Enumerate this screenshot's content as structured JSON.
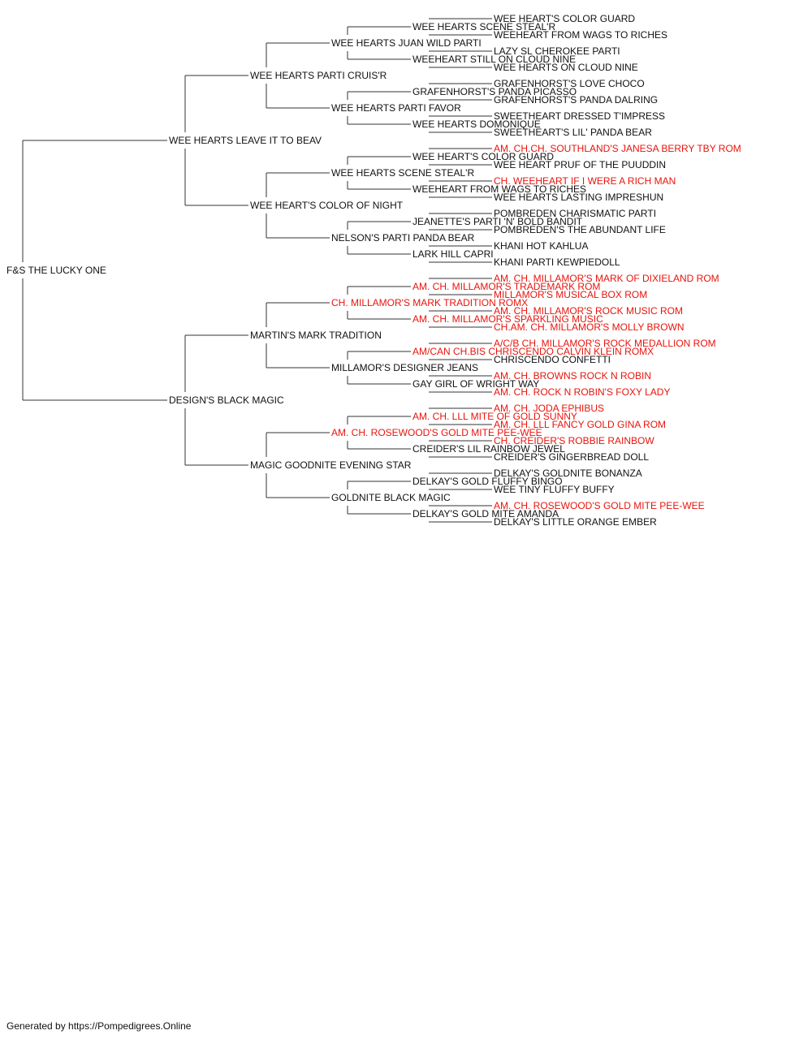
{
  "colors": {
    "champion": "#e8140c",
    "regular": "#111111",
    "line": "#333333"
  },
  "pedigree": {
    "name": "F&S THE LUCKY ONE",
    "champion": false,
    "sire": {
      "name": "WEE HEARTS LEAVE IT TO BEAV",
      "champion": false,
      "sire": {
        "name": "WEE HEARTS PARTI CRUIS'R",
        "champion": false,
        "sire": {
          "name": "WEE HEARTS JUAN WILD PARTI",
          "champion": false,
          "sire": {
            "name": "WEE HEARTS SCENE STEAL'R",
            "champion": false,
            "sire": {
              "name": "WEE HEART'S COLOR GUARD",
              "champion": false
            },
            "dam": {
              "name": "WEEHEART FROM WAGS TO RICHES",
              "champion": false
            }
          },
          "dam": {
            "name": "WEEHEART STILL ON CLOUD NINE",
            "champion": false,
            "sire": {
              "name": "LAZY SL CHEROKEE PARTI",
              "champion": false
            },
            "dam": {
              "name": "WEE HEARTS ON CLOUD NINE",
              "champion": false
            }
          }
        },
        "dam": {
          "name": "WEE HEARTS PARTI FAVOR",
          "champion": false,
          "sire": {
            "name": "GRAFENHORST'S PANDA PICASSO",
            "champion": false,
            "sire": {
              "name": "GRAFENHORST'S LOVE CHOCO",
              "champion": false
            },
            "dam": {
              "name": "GRAFENHORST'S PANDA DALRING",
              "champion": false
            }
          },
          "dam": {
            "name": "WEE HEARTS DOMONIQUE",
            "champion": false,
            "sire": {
              "name": "SWEETHEART DRESSED T'IMPRESS",
              "champion": false
            },
            "dam": {
              "name": "SWEETHEART'S LIL' PANDA BEAR",
              "champion": false
            }
          }
        }
      },
      "dam": {
        "name": "WEE HEART'S COLOR OF NIGHT",
        "champion": false,
        "sire": {
          "name": "WEE HEARTS SCENE STEAL'R",
          "champion": false,
          "sire": {
            "name": "WEE HEART'S COLOR GUARD",
            "champion": false,
            "sire": {
              "name": "AM. CH.CH. SOUTHLAND'S JANESA BERRY TBY ROM",
              "champion": true
            },
            "dam": {
              "name": "WEE HEART PRUF OF THE PUUDDIN",
              "champion": false
            }
          },
          "dam": {
            "name": "WEEHEART FROM WAGS TO RICHES",
            "champion": false,
            "sire": {
              "name": "CH. WEEHEART IF I WERE A RICH MAN",
              "champion": true
            },
            "dam": {
              "name": "WEE HEARTS LASTING IMPRESHUN",
              "champion": false
            }
          }
        },
        "dam": {
          "name": "NELSON'S PARTI PANDA BEAR",
          "champion": false,
          "sire": {
            "name": "JEANETTE'S PARTI 'N' BOLD BANDIT",
            "champion": false,
            "sire": {
              "name": "POMBREDEN CHARISMATIC PARTI",
              "champion": false
            },
            "dam": {
              "name": "POMBREDEN'S THE ABUNDANT LIFE",
              "champion": false
            }
          },
          "dam": {
            "name": "LARK HILL CAPRI",
            "champion": false,
            "sire": {
              "name": "KHANI HOT KAHLUA",
              "champion": false
            },
            "dam": {
              "name": "KHANI PARTI KEWPIEDOLL",
              "champion": false
            }
          }
        }
      }
    },
    "dam": {
      "name": "DESIGN'S BLACK MAGIC",
      "champion": false,
      "sire": {
        "name": "MARTIN'S MARK TRADITION",
        "champion": false,
        "sire": {
          "name": "CH. MILLAMOR'S MARK TRADITION ROMX",
          "champion": true,
          "sire": {
            "name": "AM. CH. MILLAMOR'S TRADEMARK ROM",
            "champion": true,
            "sire": {
              "name": "AM. CH. MILLAMOR'S MARK OF DIXIELAND ROM",
              "champion": true
            },
            "dam": {
              "name": "MILLAMOR'S MUSICAL BOX ROM",
              "champion": true
            }
          },
          "dam": {
            "name": "AM. CH. MILLAMOR'S SPARKLING MUSIC",
            "champion": true,
            "sire": {
              "name": "AM. CH. MILLAMOR'S ROCK MUSIC ROM",
              "champion": true
            },
            "dam": {
              "name": "CH.AM. CH. MILLAMOR'S MOLLY BROWN",
              "champion": true
            }
          }
        },
        "dam": {
          "name": "MILLAMOR'S DESIGNER JEANS",
          "champion": false,
          "sire": {
            "name": "AM/CAN CH.BIS CHRISCENDO CALVIN KLEIN ROMX",
            "champion": true,
            "sire": {
              "name": "A/C/B CH. MILLAMOR'S ROCK MEDALLION ROM",
              "champion": true
            },
            "dam": {
              "name": "CHRISCENDO CONFETTI",
              "champion": false
            }
          },
          "dam": {
            "name": "GAY GIRL OF WRIGHT WAY",
            "champion": false,
            "sire": {
              "name": "AM. CH. BROWNS ROCK N ROBIN",
              "champion": true
            },
            "dam": {
              "name": "AM. CH. ROCK N ROBIN'S FOXY LADY",
              "champion": true
            }
          }
        }
      },
      "dam": {
        "name": "MAGIC GOODNITE EVENING STAR",
        "champion": false,
        "sire": {
          "name": "AM. CH. ROSEWOOD'S GOLD MITE PEE-WEE",
          "champion": true,
          "sire": {
            "name": "AM. CH. LLL MITE OF GOLD SUNNY",
            "champion": true,
            "sire": {
              "name": "AM. CH. JODA EPHIBUS",
              "champion": true
            },
            "dam": {
              "name": "AM. CH. LLL FANCY GOLD GINA ROM",
              "champion": true
            }
          },
          "dam": {
            "name": "CREIDER'S LIL RAINBOW JEWEL",
            "champion": false,
            "sire": {
              "name": "CH. CREIDER'S ROBBIE RAINBOW",
              "champion": true
            },
            "dam": {
              "name": "CREIDER'S GINGERBREAD DOLL",
              "champion": false
            }
          }
        },
        "dam": {
          "name": "GOLDNITE BLACK MAGIC",
          "champion": false,
          "sire": {
            "name": "DELKAY'S GOLD FLUFFY BINGO",
            "champion": false,
            "sire": {
              "name": "DELKAY'S GOLDNITE BONANZA",
              "champion": false
            },
            "dam": {
              "name": "WEE TINY FLUFFY BUFFY",
              "champion": false
            }
          },
          "dam": {
            "name": "DELKAY'S GOLD MITE AMANDA",
            "champion": false,
            "sire": {
              "name": "AM. CH. ROSEWOOD'S GOLD MITE PEE-WEE",
              "champion": true
            },
            "dam": {
              "name": "DELKAY'S LITTLE ORANGE EMBER",
              "champion": false
            }
          }
        }
      }
    }
  },
  "footer": {
    "text": "Generated by https://Pompedigrees.Online"
  }
}
